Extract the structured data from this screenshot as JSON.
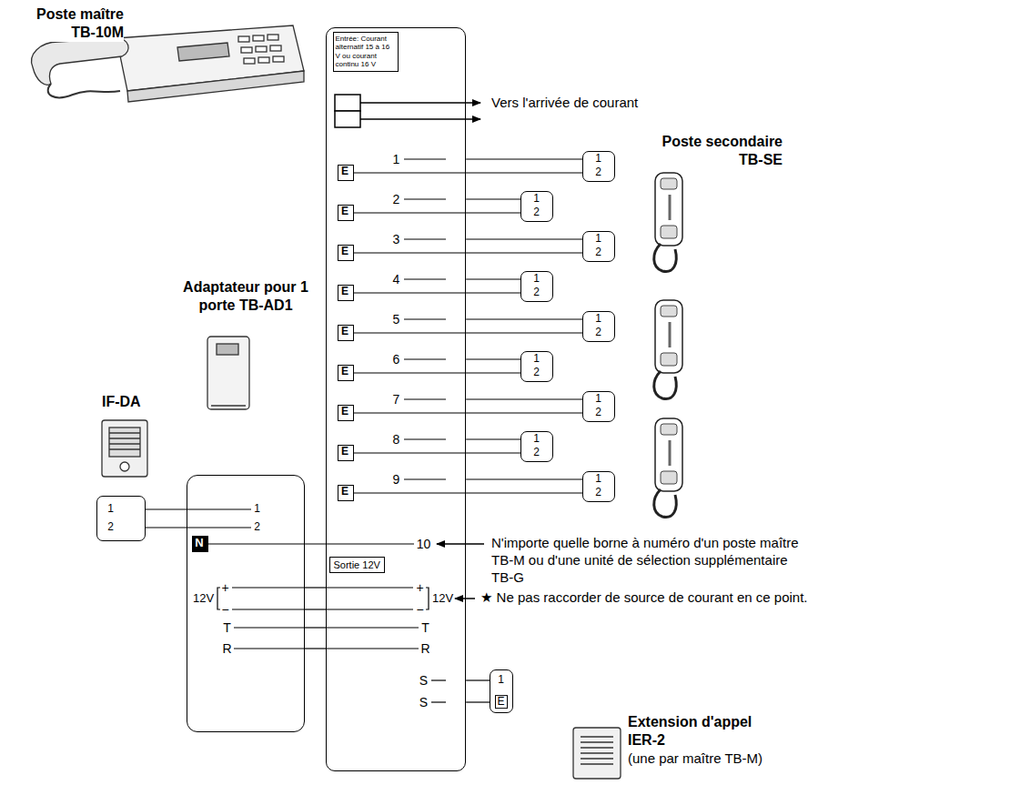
{
  "diagram": {
    "nodes": [
      {
        "text": [
          "1",
          "2",
          "3",
          "4",
          "5",
          "6",
          "7",
          "8",
          "9",
          "10",
          "+",
          "12V",
          "−",
          "T",
          "R",
          "S",
          "S"
        ]
      },
      {
        "text": [
          "Entrée: Courant alternatif 15 à 16 V ou courant continu 16 V"
        ],
        "in": 0
      },
      {
        "text": [
          "E"
        ],
        "in": 0
      },
      {
        "text": [
          "E"
        ],
        "in": 0
      },
      {
        "text": [
          "E"
        ],
        "in": 0
      },
      {
        "text": [
          "E"
        ],
        "in": 0
      },
      {
        "text": [
          "E"
        ],
        "in": 0
      },
      {
        "text": [
          "E"
        ],
        "in": 0
      },
      {
        "text": [
          "E"
        ],
        "in": 0
      },
      {
        "text": [
          "E"
        ],
        "in": 0
      },
      {
        "text": [
          "E"
        ],
        "in": 0
      },
      {
        "text": [
          "Sortie 12V"
        ],
        "in": 0
      },
      {
        "text": [
          "1",
          "2"
        ]
      },
      {
        "text": [
          "1",
          "2"
        ]
      },
      {
        "text": [
          "1",
          "2"
        ]
      },
      {
        "text": [
          "1",
          "2"
        ]
      },
      {
        "text": [
          "1",
          "2"
        ]
      },
      {
        "text": [
          "1",
          "2"
        ]
      },
      {
        "text": [
          "1",
          "2"
        ]
      },
      {
        "text": [
          "1",
          "2"
        ]
      },
      {
        "text": [
          "1",
          "2"
        ]
      },
      {
        "text": [
          "1",
          "2"
        ]
      },
      {
        "text": [
          "1",
          "2",
          "+",
          "12V",
          "−",
          "T",
          "R"
        ]
      },
      {
        "text": [
          "N"
        ],
        "in": 22
      },
      {
        "text": [
          "1",
          "E"
        ]
      }
    ],
    "edges": [
      {
        "from": 0,
        "to": 12,
        "arrow": "none"
      },
      {
        "from": 2,
        "to": 12,
        "arrow": "none"
      },
      {
        "from": 0,
        "to": 13,
        "arrow": "none"
      },
      {
        "from": 3,
        "to": 13,
        "arrow": "none"
      },
      {
        "from": 0,
        "to": 14,
        "arrow": "none"
      },
      {
        "from": 4,
        "to": 14,
        "arrow": "none"
      },
      {
        "from": 0,
        "to": 15,
        "arrow": "none"
      },
      {
        "from": 5,
        "to": 15,
        "arrow": "none"
      },
      {
        "from": 0,
        "to": 16,
        "arrow": "none"
      },
      {
        "from": 6,
        "to": 16,
        "arrow": "none"
      },
      {
        "from": 0,
        "to": 17,
        "arrow": "none"
      },
      {
        "from": 7,
        "to": 17,
        "arrow": "none"
      },
      {
        "from": 0,
        "to": 18,
        "arrow": "none"
      },
      {
        "from": 8,
        "to": 18,
        "arrow": "none"
      },
      {
        "from": 0,
        "to": 19,
        "arrow": "none"
      },
      {
        "from": 9,
        "to": 19,
        "arrow": "none"
      },
      {
        "from": 0,
        "to": 20,
        "arrow": "none"
      },
      {
        "from": 10,
        "to": 20,
        "arrow": "none"
      },
      {
        "from": 21,
        "to": 22,
        "arrow": "none"
      },
      {
        "from": 21,
        "to": 22,
        "arrow": "none"
      },
      {
        "from": 23,
        "to": 0,
        "arrow": "none"
      },
      {
        "from": 22,
        "to": 0,
        "arrow": "none"
      },
      {
        "from": 22,
        "to": 0,
        "arrow": "none"
      },
      {
        "from": 22,
        "to": 0,
        "arrow": "none"
      },
      {
        "from": 22,
        "to": 0,
        "arrow": "none"
      },
      {
        "from": 0,
        "to": 24,
        "arrow": "none"
      },
      {
        "from": 0,
        "to": 24,
        "arrow": "none"
      }
    ],
    "labels": [
      "Poste maître TB-10M",
      "Vers l'arrivée de courant",
      "Poste secondaire TB-SE",
      "Adaptateur pour 1 porte TB-AD1",
      "IF-DA",
      "N'importe quelle borne à numéro d'un poste maître TB-M ou d'une unité de sélection supplémentaire TB-G",
      "★ Ne pas raccorder de source de courant en ce point.",
      "Extension d'appel IER-2",
      "(une par maître TB-M)"
    ]
  }
}
